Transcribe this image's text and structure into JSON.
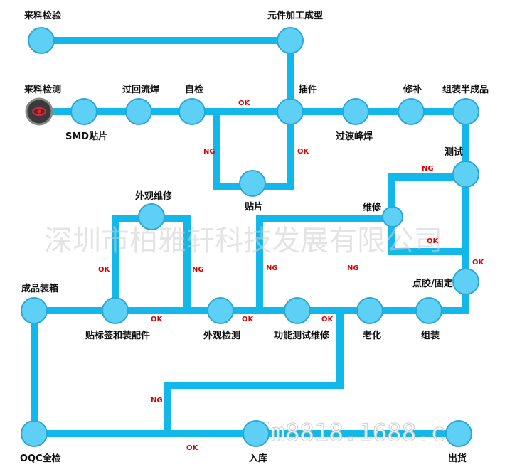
{
  "colors": {
    "line": "#12b8ea",
    "node_fill": "#5ed0f6",
    "node_stroke": "#2aa7d7",
    "status_red": "#e00000",
    "start_dark": "#333333"
  },
  "watermark": {
    "company": "深圳市柏雅轩科技发展有限公司",
    "site": "fm8818.1688.co"
  },
  "nodes": {
    "n1": {
      "label": "来料检验",
      "icon": "circle"
    },
    "n2": {
      "label": "元件加工成型",
      "icon": "circle"
    },
    "n3": {
      "label": "来料检测",
      "icon": "start-eye-icon"
    },
    "n4": {
      "label": "SMD贴片",
      "icon": "circle"
    },
    "n5": {
      "label": "过回流焊",
      "icon": "circle"
    },
    "n6": {
      "label": "自检",
      "icon": "circle"
    },
    "n7": {
      "label": "插件",
      "icon": "circle"
    },
    "n8": {
      "label": "过波峰焊",
      "icon": "circle"
    },
    "n9": {
      "label": "修补",
      "icon": "circle"
    },
    "n10": {
      "label": "组装半成品",
      "icon": "circle"
    },
    "n11": {
      "label": "贴片",
      "icon": "circle"
    },
    "n12": {
      "label": "测试",
      "icon": "circle"
    },
    "n13": {
      "label": "维修",
      "icon": "circle"
    },
    "n14": {
      "label": "外观维修",
      "icon": "circle"
    },
    "n15": {
      "label": "点胶/固定",
      "icon": "circle"
    },
    "n16": {
      "label": "成品装箱",
      "icon": "circle"
    },
    "n17": {
      "label": "贴标签和装配件",
      "icon": "circle"
    },
    "n18": {
      "label": "外观检测",
      "icon": "circle"
    },
    "n19": {
      "label": "功能测试维修",
      "icon": "circle"
    },
    "n20": {
      "label": "老化",
      "icon": "circle"
    },
    "n21": {
      "label": "组装",
      "icon": "circle"
    },
    "n22": {
      "label": "OQC全检",
      "icon": "circle"
    },
    "n23": {
      "label": "入库",
      "icon": "circle"
    },
    "n24": {
      "label": "出货",
      "icon": "circle"
    }
  },
  "edge_labels": {
    "ok_top": "OK",
    "ng_left_top": "NG",
    "ok_right_top": "OK",
    "ng_test": "NG",
    "ok_test": "OK",
    "ok_dispense": "OK",
    "ok_label_left": "OK",
    "ng_label_right": "NG",
    "ng_mid_left": "NG",
    "ng_mid_right": "NG",
    "ok_bottom_1": "OK",
    "ok_bottom_2": "OK",
    "ok_bottom_3": "OK",
    "ng_oqc": "NG",
    "ok_oqc": "OK"
  }
}
